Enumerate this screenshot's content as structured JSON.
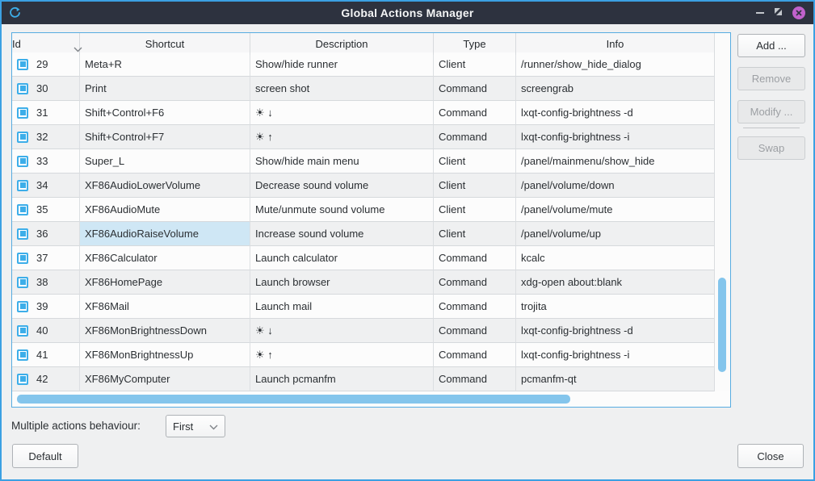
{
  "window": {
    "title": "Global Actions Manager",
    "icons": {
      "window_icon": "circular-arrow-keyboard-icon",
      "minimize": "minimize-dash",
      "restore": "restore-diagonal-squares",
      "close": "x-in-magenta-circle"
    }
  },
  "colors": {
    "accent_blue": "#3daee9",
    "window_border": "#3ba0e3",
    "titlebar_bg": "#2d323f",
    "close_button": "#c061cb",
    "scrollbar_thumb": "#84c5ec",
    "selected_cell_bg": "#cfe7f5",
    "table_focus_border": "#57ace1"
  },
  "table": {
    "columns": [
      "Id",
      "Shortcut",
      "Description",
      "Type",
      "Info"
    ],
    "sorted_column": "Id",
    "selection": {
      "row_id": "36",
      "column": "shortcut"
    },
    "rows": [
      {
        "id": "29",
        "checked": true,
        "shortcut": "Meta+R",
        "description": "Show/hide runner",
        "type": "Client",
        "info": "/runner/show_hide_dialog"
      },
      {
        "id": "30",
        "checked": true,
        "shortcut": "Print",
        "description": "screen shot",
        "type": "Command",
        "info": "screengrab"
      },
      {
        "id": "31",
        "checked": true,
        "shortcut": "Shift+Control+F6",
        "description": "☀ ↓",
        "type": "Command",
        "info": "lxqt-config-brightness -d"
      },
      {
        "id": "32",
        "checked": true,
        "shortcut": "Shift+Control+F7",
        "description": "☀ ↑",
        "type": "Command",
        "info": "lxqt-config-brightness -i"
      },
      {
        "id": "33",
        "checked": true,
        "shortcut": "Super_L",
        "description": "Show/hide main menu",
        "type": "Client",
        "info": "/panel/mainmenu/show_hide"
      },
      {
        "id": "34",
        "checked": true,
        "shortcut": "XF86AudioLowerVolume",
        "description": "Decrease sound volume",
        "type": "Client",
        "info": "/panel/volume/down"
      },
      {
        "id": "35",
        "checked": true,
        "shortcut": "XF86AudioMute",
        "description": "Mute/unmute sound volume",
        "type": "Client",
        "info": "/panel/volume/mute"
      },
      {
        "id": "36",
        "checked": true,
        "shortcut": "XF86AudioRaiseVolume",
        "description": "Increase sound volume",
        "type": "Client",
        "info": "/panel/volume/up"
      },
      {
        "id": "37",
        "checked": true,
        "shortcut": "XF86Calculator",
        "description": "Launch calculator",
        "type": "Command",
        "info": "kcalc"
      },
      {
        "id": "38",
        "checked": true,
        "shortcut": "XF86HomePage",
        "description": "Launch browser",
        "type": "Command",
        "info": "xdg-open about:blank"
      },
      {
        "id": "39",
        "checked": true,
        "shortcut": "XF86Mail",
        "description": "Launch mail",
        "type": "Command",
        "info": "trojita"
      },
      {
        "id": "40",
        "checked": true,
        "shortcut": "XF86MonBrightnessDown",
        "description": "☀ ↓",
        "type": "Command",
        "info": "lxqt-config-brightness -d"
      },
      {
        "id": "41",
        "checked": true,
        "shortcut": "XF86MonBrightnessUp",
        "description": "☀ ↑",
        "type": "Command",
        "info": "lxqt-config-brightness -i"
      },
      {
        "id": "42",
        "checked": true,
        "shortcut": "XF86MyComputer",
        "description": "Launch pcmanfm",
        "type": "Command",
        "info": "pcmanfm-qt"
      }
    ]
  },
  "side_buttons": {
    "add": {
      "label": "Add ...",
      "enabled": true
    },
    "remove": {
      "label": "Remove",
      "enabled": false
    },
    "modify": {
      "label": "Modify ...",
      "enabled": false
    },
    "swap": {
      "label": "Swap",
      "enabled": false
    }
  },
  "footer": {
    "behaviour_label": "Multiple actions behaviour:",
    "behaviour_value": "First",
    "default_button": "Default",
    "close_button": "Close"
  }
}
